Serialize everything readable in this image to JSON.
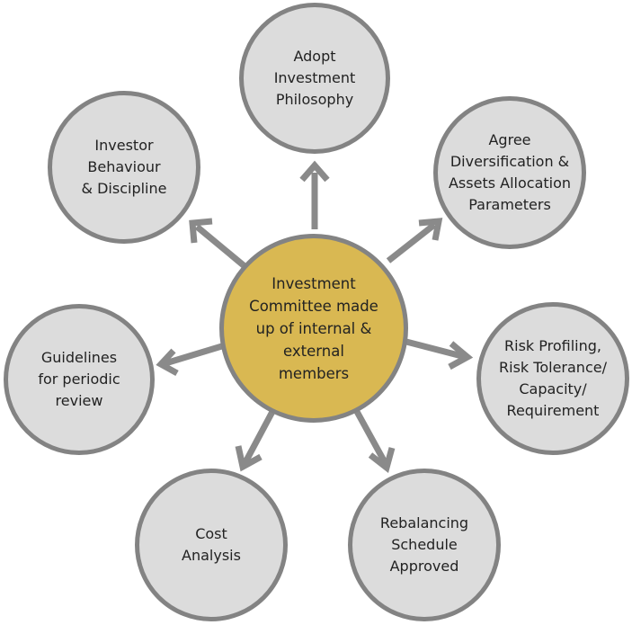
{
  "colors": {
    "satellite_fill": "#dcdcdc",
    "center_fill": "#d9b852",
    "border": "#838383",
    "arrow": "#8a8a8a",
    "text": "#222222"
  },
  "center": {
    "label": "Investment\nCommittee made\nup of internal &\nexternal\nmembers"
  },
  "nodes": [
    {
      "id": "adopt-investment-philosophy",
      "label": "Adopt\nInvestment\nPhilosophy"
    },
    {
      "id": "agree-diversification",
      "label": "Agree\nDiversification &\nAssets Allocation\nParameters"
    },
    {
      "id": "risk-profiling",
      "label": "Risk Profiling,\nRisk Tolerance/\nCapacity/\nRequirement"
    },
    {
      "id": "rebalancing-schedule",
      "label": "Rebalancing\nSchedule\nApproved"
    },
    {
      "id": "cost-analysis",
      "label": "Cost\nAnalysis"
    },
    {
      "id": "guidelines-periodic-review",
      "label": "Guidelines\nfor periodic\nreview"
    },
    {
      "id": "investor-behaviour",
      "label": "Investor\nBehaviour\n& Discipline"
    }
  ]
}
